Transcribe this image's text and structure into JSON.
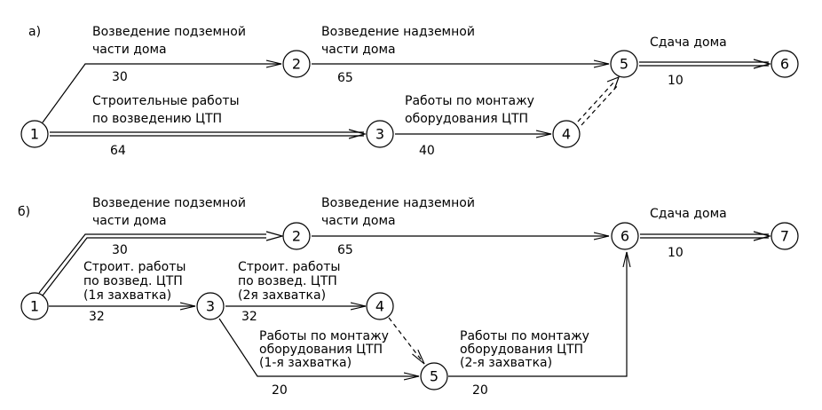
{
  "diagram_a": {
    "section_label": "а)",
    "nodes": [
      "1",
      "2",
      "3",
      "4",
      "5",
      "6"
    ],
    "edges": [
      {
        "name": "1-2",
        "label_lines": [
          "Возведение подземной",
          "части дома"
        ],
        "duration": "30"
      },
      {
        "name": "2-5",
        "label_lines": [
          "Возведение надземной",
          "части дома"
        ],
        "duration": "65"
      },
      {
        "name": "1-3",
        "label_lines": [
          "Строительные работы",
          "по возведению ЦТП"
        ],
        "duration": "64"
      },
      {
        "name": "3-4",
        "label_lines": [
          "Работы по монтажу",
          "оборудования ЦТП"
        ],
        "duration": "40"
      },
      {
        "name": "4-5",
        "label_lines": [],
        "duration": ""
      },
      {
        "name": "5-6",
        "label_lines": [
          "Сдача дома"
        ],
        "duration": "10"
      }
    ]
  },
  "diagram_b": {
    "section_label": "б)",
    "nodes": [
      "1",
      "2",
      "3",
      "4",
      "5",
      "6",
      "7"
    ],
    "edges": [
      {
        "name": "1-2",
        "label_lines": [
          "Возведение подземной",
          "части дома"
        ],
        "duration": "30"
      },
      {
        "name": "2-6",
        "label_lines": [
          "Возведение надземной",
          "части дома"
        ],
        "duration": "65"
      },
      {
        "name": "1-3",
        "label_lines": [
          "Строит. работы",
          "по возвед. ЦТП",
          "(1я захватка)"
        ],
        "duration": "32"
      },
      {
        "name": "3-4",
        "label_lines": [
          "Строит. работы",
          "по возвед. ЦТП",
          "(2я захватка)"
        ],
        "duration": "32"
      },
      {
        "name": "3-5",
        "label_lines": [
          "Работы по монтажу",
          "оборудования ЦТП",
          "(1-я захватка)"
        ],
        "duration": "20"
      },
      {
        "name": "4-5",
        "label_lines": [],
        "duration": ""
      },
      {
        "name": "5-6",
        "label_lines": [
          "Работы по монтажу",
          "оборудования ЦТП",
          "(2-я захватка)"
        ],
        "duration": "20"
      },
      {
        "name": "6-7",
        "label_lines": [
          "Сдача дома"
        ],
        "duration": "10"
      }
    ]
  }
}
